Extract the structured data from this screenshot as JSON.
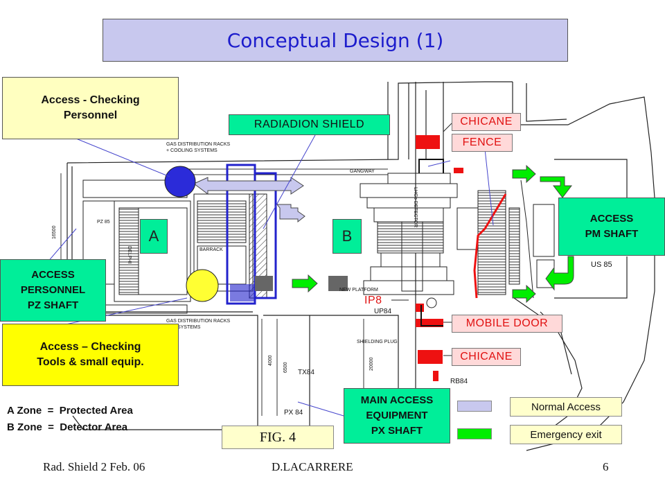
{
  "title": "Conceptual Design (1)",
  "callouts": {
    "access_checking_personnel": "Access - Checking\nPersonnel",
    "radiation_shield": "RADIADION SHIELD",
    "chicane_top": "CHICANE",
    "fence": "FENCE",
    "access_pm_shaft": "ACCESS\nPM SHAFT",
    "access_personnel_pz_shaft": "ACCESS\nPERSONNEL\nPZ SHAFT",
    "access_checking_tools": "Access – Checking\nTools & small equip.",
    "mobile_door": "MOBILE DOOR",
    "chicane_bottom": "CHICANE",
    "main_access": "MAIN ACCESS\nEQUIPMENT\nPX SHAFT",
    "ip8": "IP8",
    "zone_a_marker": "A",
    "zone_b_marker": "B"
  },
  "zones": {
    "a": "A Zone  =  Protected Area",
    "b": "B Zone  =  Detector Area"
  },
  "figure_label": "FIG. 4",
  "legend": {
    "normal_access": "Normal Access",
    "emergency_exit": "Emergency exit"
  },
  "footer": {
    "left": "Rad. Shield 2 Feb. 06",
    "center": "D.LACARRERE",
    "page": "6"
  },
  "drawing_text": {
    "gas_racks_top": "GAS DISTRIBUTION RACKS\n+ COOLING SYSTEMS",
    "gas_racks_bottom": "GAS DISTRIBUTION RACKS\nLHC SYSTEMS",
    "gangway": "GANGWAY",
    "pz85": "PZ 85",
    "delphi": "DELPHI",
    "barrack": "BARRACK",
    "us85": "US 85",
    "up84": "UP84",
    "tx84": "TX84",
    "px84": "PX 84",
    "rb84": "RB84",
    "shielding_plug": "SHIELDING PLUG",
    "platform": "NEW PLATFORM",
    "detector": "LHCb DETECTOR",
    "dim_4000": "4000",
    "dim_6500": "6500",
    "dim_20000": "20000",
    "dim_16500": "16500"
  },
  "colors": {
    "title_bg": "#c8c8ee",
    "title_text": "#1c1ccc",
    "callout_yellow": "#ffffc0",
    "callout_green": "#00ee99",
    "chicane_pink": "#ffd9d9",
    "normal_access": "#c8c8ee",
    "emergency_exit": "#00ee00",
    "shield_blue": "#2222cc",
    "red": "#ee1111"
  }
}
